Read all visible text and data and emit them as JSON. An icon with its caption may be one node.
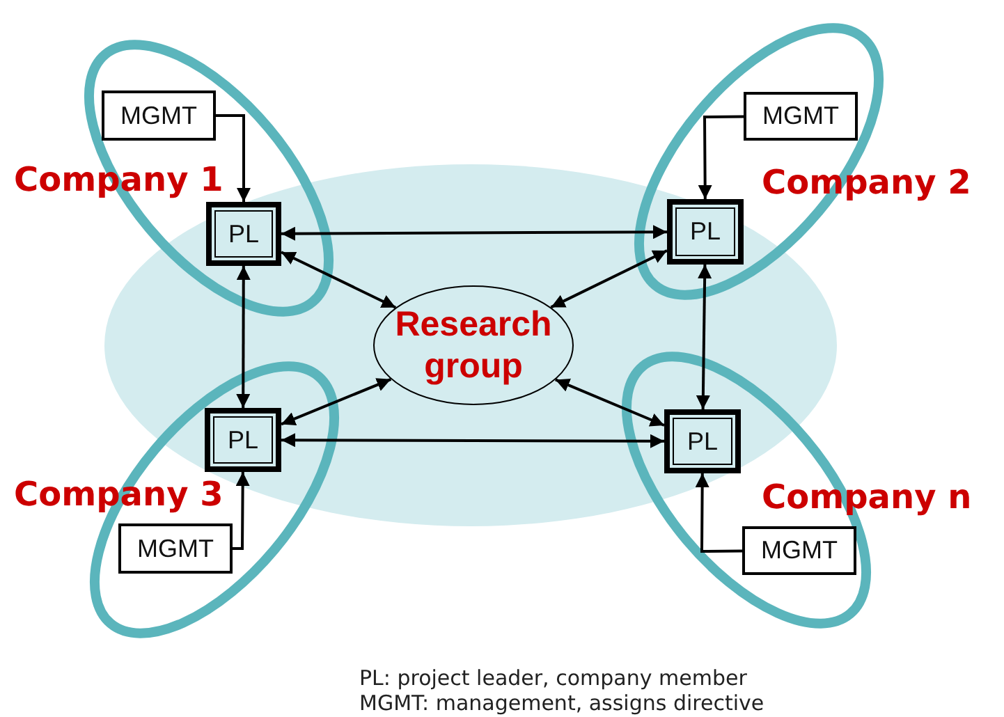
{
  "diagram": {
    "nodes": [
      {
        "text": [
          "Company 1"
        ]
      },
      {
        "text": [
          "MGMT"
        ],
        "in": 0
      },
      {
        "text": [
          "PL"
        ],
        "in": 0
      },
      {
        "text": [
          "Company 2"
        ]
      },
      {
        "text": [
          "MGMT"
        ],
        "in": 3
      },
      {
        "text": [
          "PL"
        ],
        "in": 3
      },
      {
        "text": [
          "Research group"
        ]
      },
      {
        "text": [
          "Company 3"
        ]
      },
      {
        "text": [
          "PL"
        ],
        "in": 7
      },
      {
        "text": [
          "MGMT"
        ],
        "in": 7
      },
      {
        "text": [
          "Company n"
        ]
      },
      {
        "text": [
          "PL"
        ],
        "in": 10
      },
      {
        "text": [
          "MGMT"
        ],
        "in": 10
      }
    ],
    "edges": [
      {
        "from": 1,
        "to": 2,
        "arrow": "to"
      },
      {
        "from": 4,
        "to": 5,
        "arrow": "to"
      },
      {
        "from": 9,
        "to": 8,
        "arrow": "to"
      },
      {
        "from": 12,
        "to": 11,
        "arrow": "to"
      },
      {
        "from": 2,
        "to": 5,
        "arrow": "both"
      },
      {
        "from": 2,
        "to": 8,
        "arrow": "both"
      },
      {
        "from": 5,
        "to": 11,
        "arrow": "both"
      },
      {
        "from": 8,
        "to": 11,
        "arrow": "both"
      },
      {
        "from": 2,
        "to": 6,
        "arrow": "both"
      },
      {
        "from": 5,
        "to": 6,
        "arrow": "both"
      },
      {
        "from": 8,
        "to": 6,
        "arrow": "both"
      },
      {
        "from": 11,
        "to": 6,
        "arrow": "both"
      }
    ],
    "labels": [
      "PL: project leader, company member",
      "MGMT: management, assigns directive"
    ]
  }
}
